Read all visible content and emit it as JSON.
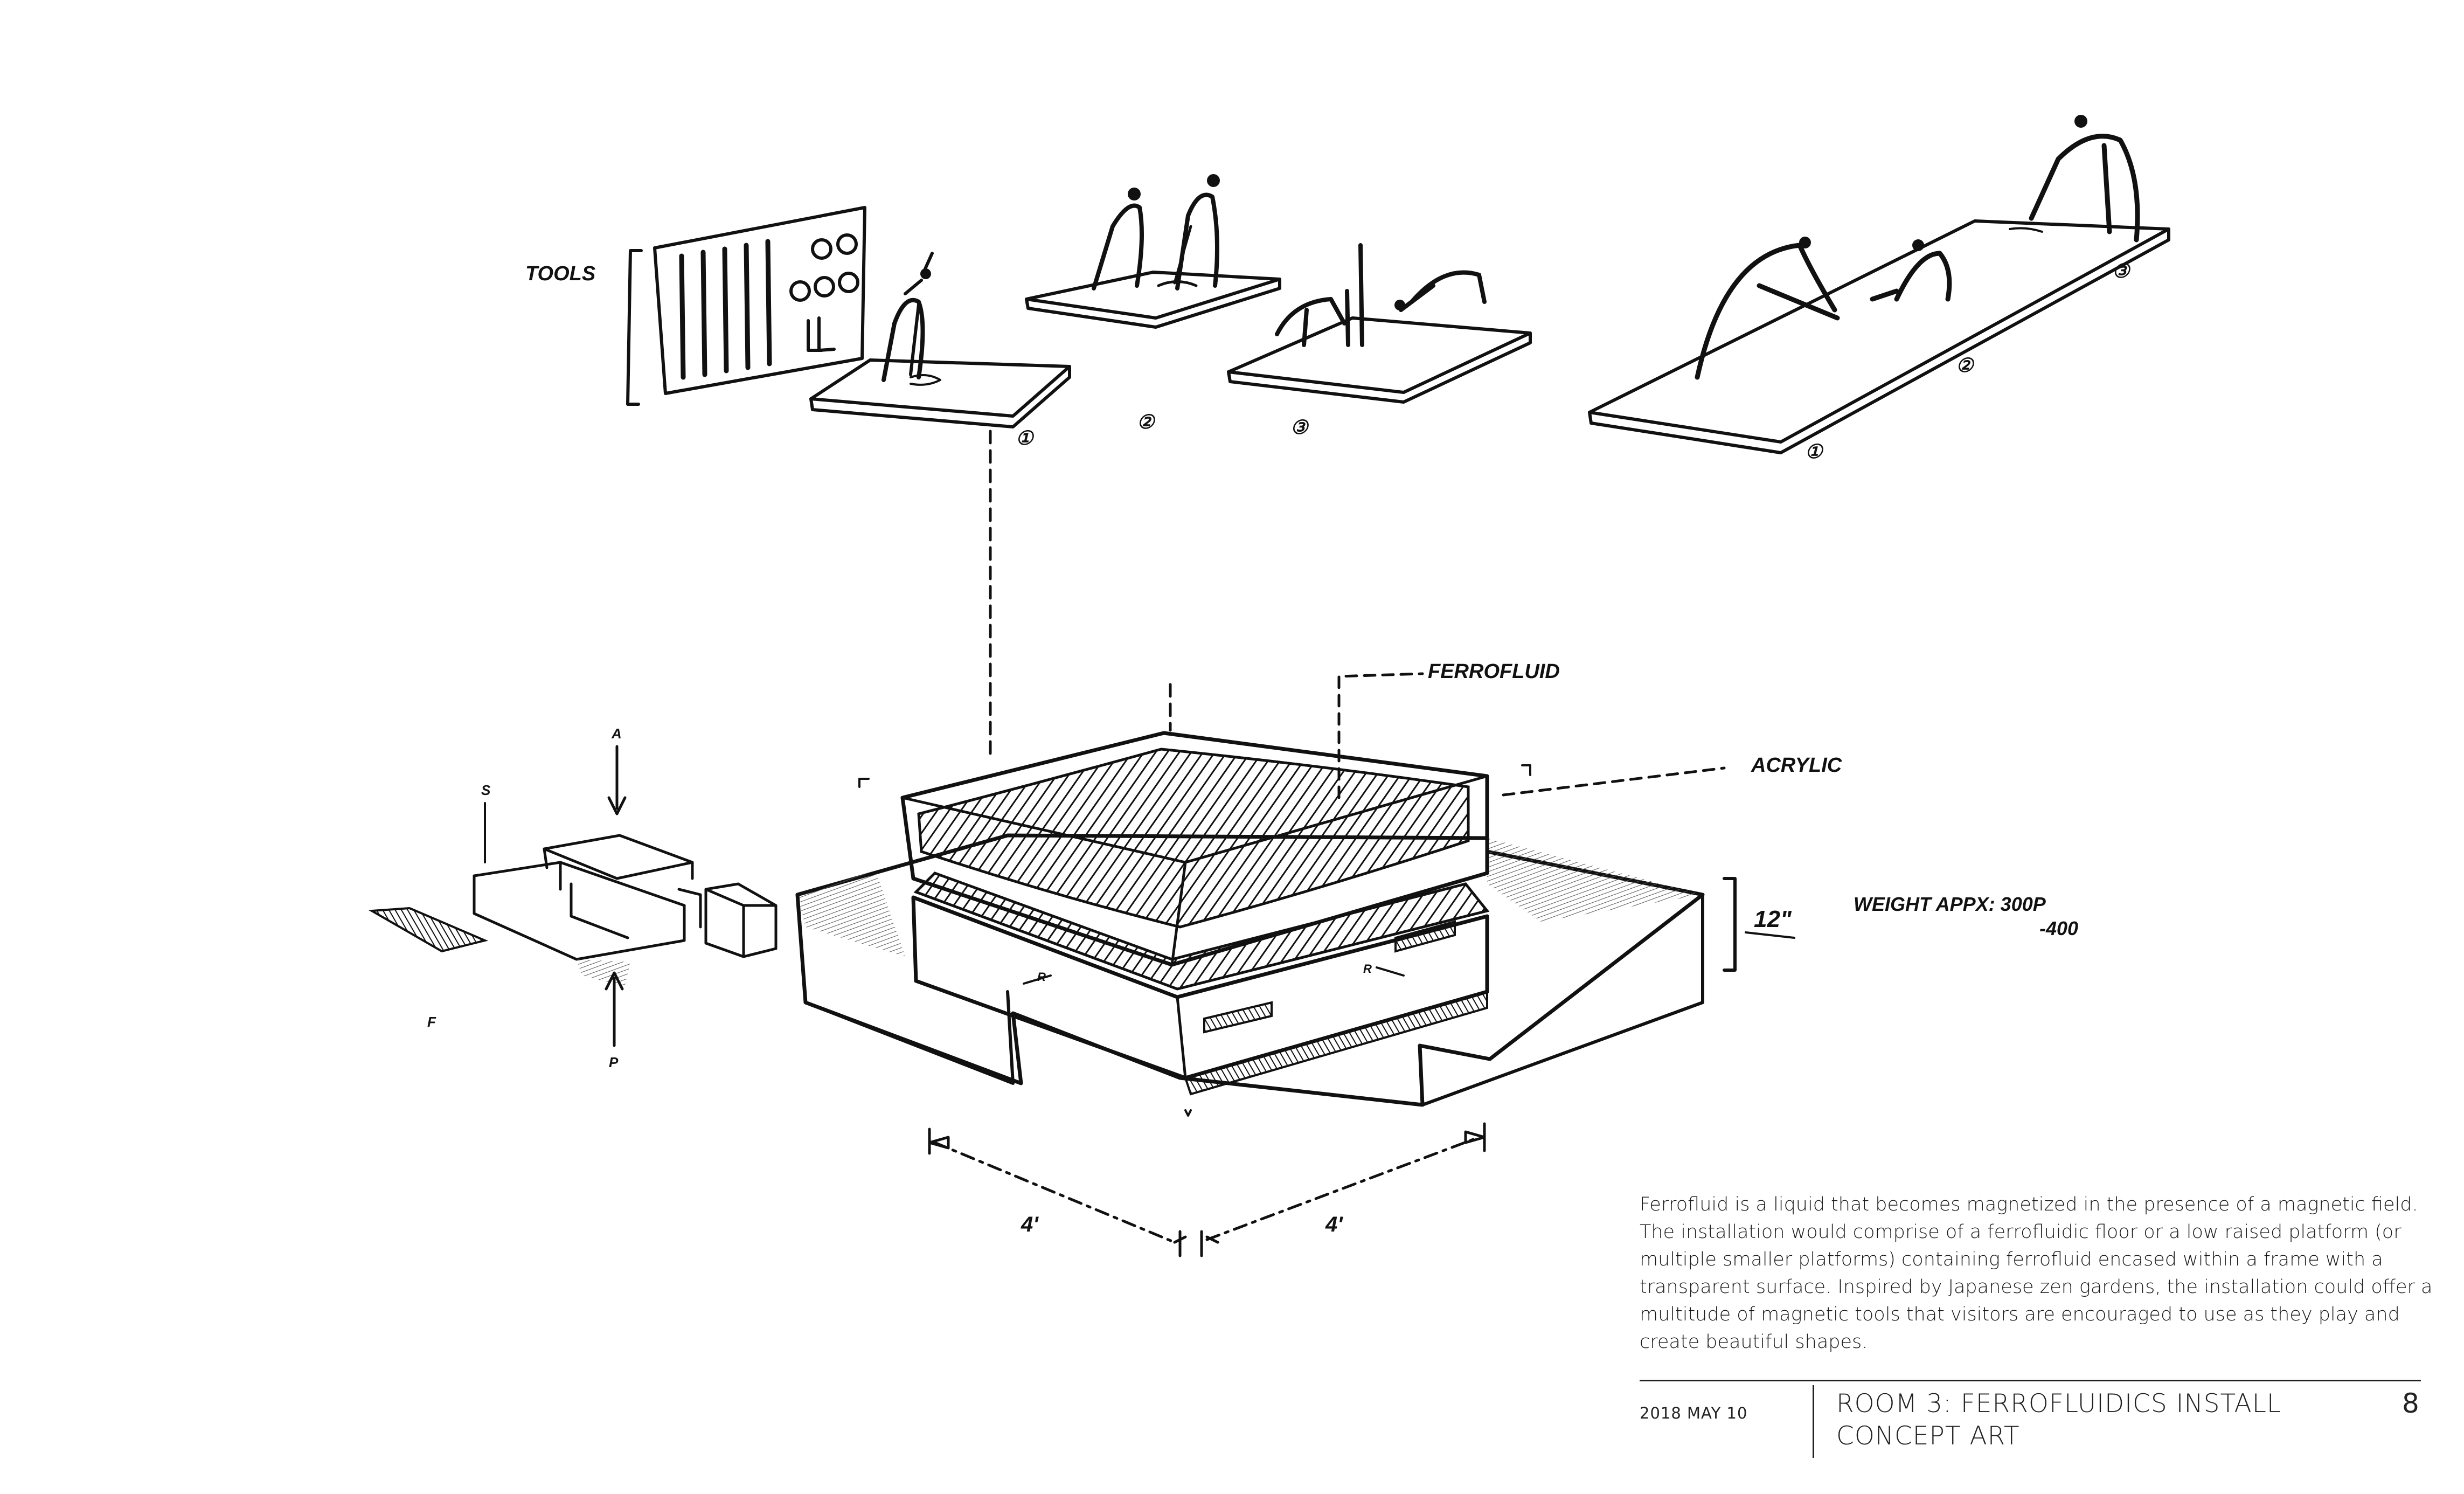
{
  "sketch": {
    "labels": {
      "tools": "TOOLS",
      "ferrofluid": "FERROFLUID",
      "acrylic": "ACRYLIC",
      "height": "12\"",
      "weight": "WEIGHT APPX: 300P",
      "weight_range": "-400",
      "width_left": "4'",
      "width_right": "4'",
      "axis_a": "A",
      "axis_s": "S",
      "axis_f": "F",
      "axis_p": "P",
      "small_r_left": "R",
      "small_r_right": "R"
    },
    "platform_numbers": {
      "small_1": "①",
      "small_2": "②",
      "small_3": "③",
      "long_1": "①",
      "long_2": "②",
      "long_3": "③"
    }
  },
  "description": "Ferrofluid is a liquid that becomes magnetized in the presence of a magnetic field. The installation would comprise of a ferrofluidic floor or a low raised platform (or multiple smaller platforms) containing ferrofluid encased within a frame with a transparent surface. Inspired by Japanese zen gardens, the installation could offer a multitude of magnetic tools that visitors are encouraged to use as they play and create beautiful shapes.",
  "footer": {
    "date": "2018 MAY 10",
    "title_line1": "ROOM 3: FERROFLUIDICS INSTALL",
    "title_line2": "CONCEPT ART",
    "page_number": "8"
  }
}
